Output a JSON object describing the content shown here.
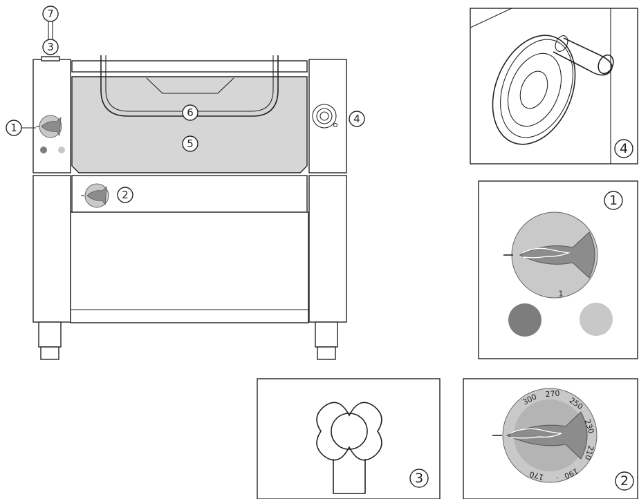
{
  "callouts": {
    "main_1": "1",
    "main_2": "2",
    "main_3": "3",
    "main_4": "4",
    "main_5": "5",
    "main_6": "6",
    "main_7": "7",
    "detail_4": "4",
    "detail_1": "1",
    "detail_3": "3",
    "detail_2": "2"
  },
  "dial_scale": [
    "300",
    "270",
    "250",
    "230",
    "210",
    "190",
    "·",
    "170"
  ],
  "dial_mark": "1",
  "colors": {
    "basin_fill": "#d6d6d6",
    "knob_gray": "#c9c9c9",
    "lamp_dark": "#7d7d7d",
    "lamp_light": "#c8c8c8"
  }
}
